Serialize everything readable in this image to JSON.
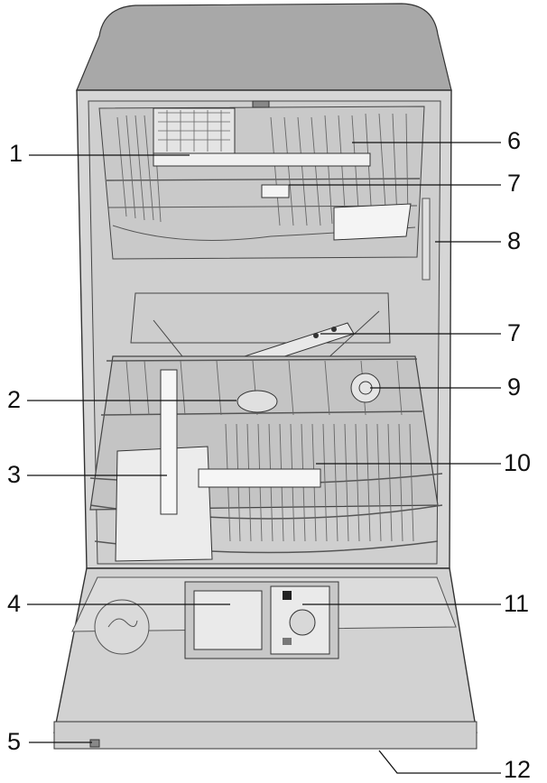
{
  "callouts": {
    "c1": "1",
    "c2": "2",
    "c3": "3",
    "c4": "4",
    "c5": "5",
    "c6": "6",
    "c7a": "7",
    "c7b": "7",
    "c8": "8",
    "c9": "9",
    "c10": "10",
    "c11": "11",
    "c12": "12"
  },
  "colors": {
    "outline": "#333333",
    "tub_fill": "#d6d6d6",
    "lid_fill": "#a8a8a8",
    "door_fill": "#d2d2d2",
    "rack_wire": "#555555"
  }
}
